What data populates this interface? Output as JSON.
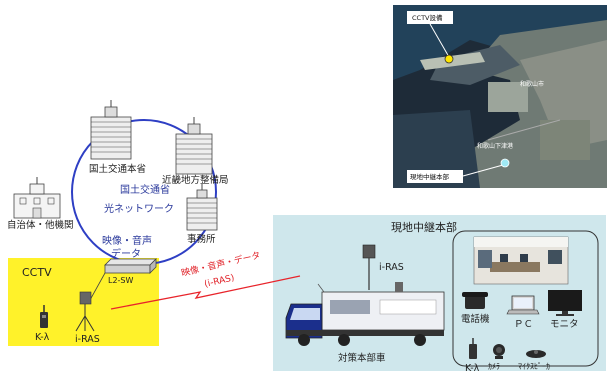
{
  "network": {
    "name_line1": "国土交通省",
    "name_line2": "光ネットワーク",
    "mlit_hq": "国土交通本省",
    "kinki_bureau": "近畿地方整備局",
    "office": "事務所",
    "local_gov": "自治体・他機関",
    "media_line1": "映像・音声",
    "media_line2": "データ"
  },
  "cctv_zone": {
    "title": "CCTV",
    "switch": "L2-SW",
    "radio": "K-λ",
    "iras": "i-RAS"
  },
  "link": {
    "line1": "映像・音声・データ",
    "line2": "(i-RAS)"
  },
  "field_hq": {
    "title": "現地中継本部",
    "iras": "i-RAS",
    "vehicle": "対策本部車",
    "phone": "電話機",
    "pc": "ＰＣ",
    "monitor": "モニタ",
    "radio": "K-λ",
    "camera": "ｶﾒﾗ",
    "mic_speaker": "ﾏｲｸｽﾋﾟｰｶ"
  },
  "map": {
    "cctv_label": "CCTV設備",
    "relay_label": "現地中継本部",
    "place1": "和歌山市",
    "place2": "和歌山下津港"
  },
  "colors": {
    "cctv_zone_fill": "#fff22a",
    "field_zone_fill": "#cfe7ec",
    "network_ring": "#2e3fc4",
    "wireless_link": "#e8242b"
  }
}
